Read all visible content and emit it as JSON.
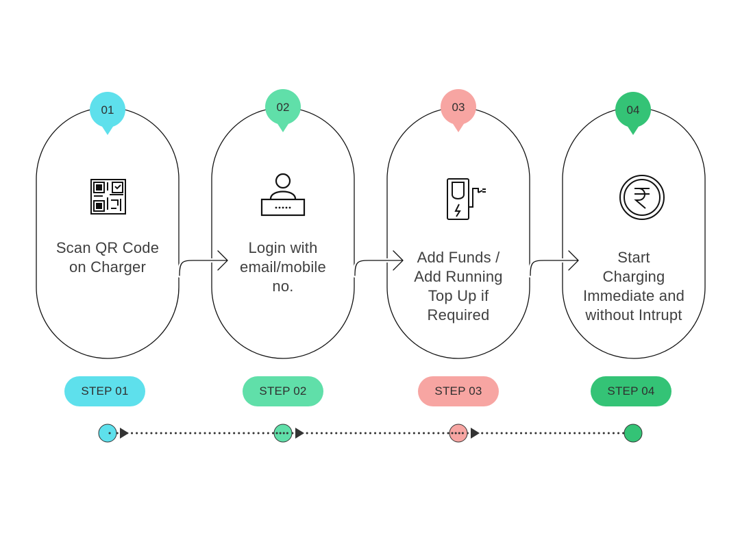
{
  "steps": [
    {
      "number": "01",
      "text_lines": [
        "Scan QR Code",
        "on Charger"
      ],
      "badge": "STEP 01",
      "color": "#5EE0EC",
      "icon": "qr-code-icon"
    },
    {
      "number": "02",
      "text_lines": [
        "Login with",
        "email/mobile",
        "no."
      ],
      "badge": "STEP 02",
      "color": "#60DFA9",
      "icon": "user-login-icon"
    },
    {
      "number": "03",
      "text_lines": [
        "Add Funds /",
        "Add Running",
        "Top Up if",
        "Required"
      ],
      "badge": "STEP 03",
      "color": "#F7A5A2",
      "icon": "ev-charger-icon"
    },
    {
      "number": "04",
      "text_lines": [
        "Start",
        "Charging",
        "Immediate and",
        "without Intrupt"
      ],
      "badge": "STEP 04",
      "color": "#34C376",
      "icon": "rupee-coin-icon"
    }
  ],
  "colors": {
    "outline": "#111111",
    "text": "#3f3f3f",
    "dots": "#333333"
  }
}
